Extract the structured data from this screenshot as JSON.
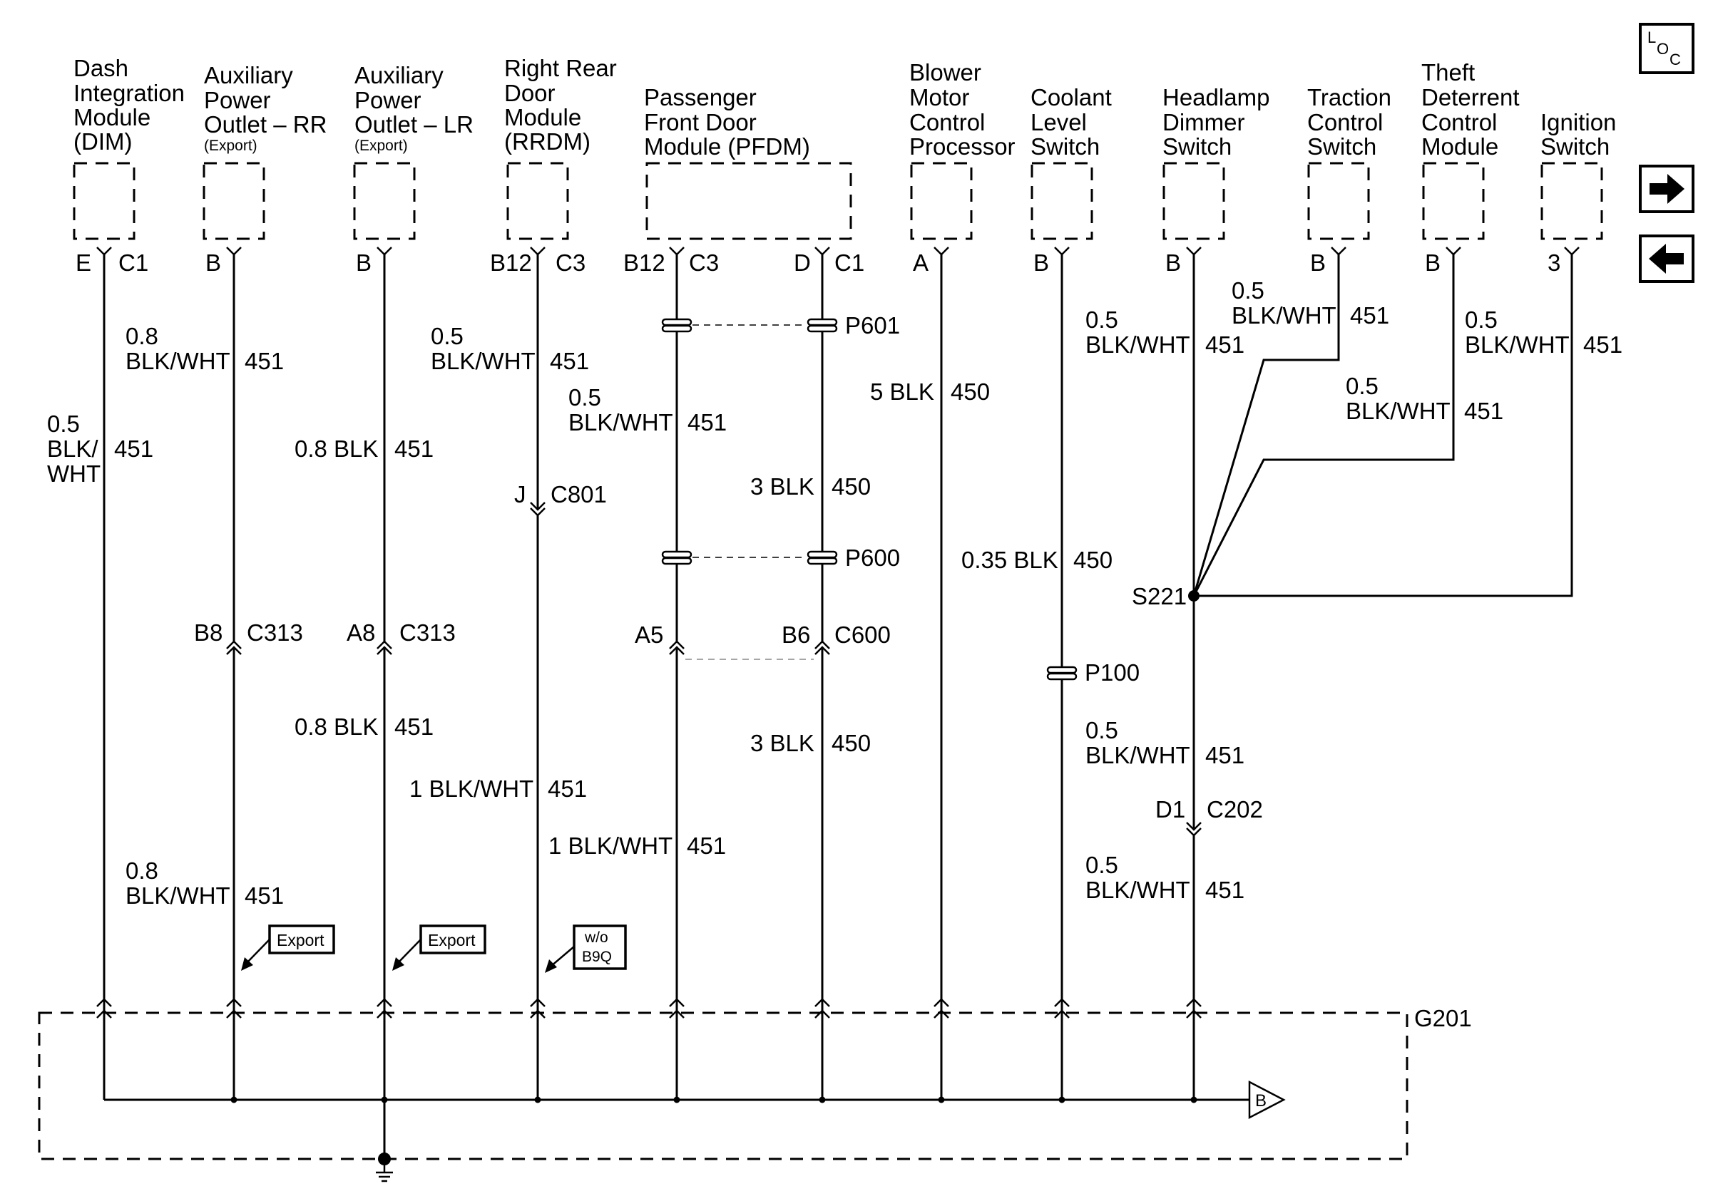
{
  "modules": [
    {
      "id": "dim",
      "lines": [
        "Dash",
        "Integration",
        "Module",
        "(DIM)"
      ]
    },
    {
      "id": "apo-rr",
      "lines": [
        "Auxiliary",
        "Power",
        "Outlet – RR"
      ],
      "note": "(Export)"
    },
    {
      "id": "apo-lr",
      "lines": [
        "Auxiliary",
        "Power",
        "Outlet – LR"
      ],
      "note": "(Export)"
    },
    {
      "id": "rrdm",
      "lines": [
        "Right Rear",
        "Door",
        "Module",
        "(RRDM)"
      ]
    },
    {
      "id": "pfdm",
      "lines": [
        "Passenger",
        "Front Door",
        "Module (PFDM)"
      ]
    },
    {
      "id": "blower",
      "lines": [
        "Blower",
        "Motor",
        "Control",
        "Processor"
      ]
    },
    {
      "id": "coolant",
      "lines": [
        "Coolant",
        "Level",
        "Switch"
      ]
    },
    {
      "id": "headlamp",
      "lines": [
        "Headlamp",
        "Dimmer",
        "Switch"
      ]
    },
    {
      "id": "traction",
      "lines": [
        "Traction",
        "Control",
        "Switch"
      ]
    },
    {
      "id": "theft",
      "lines": [
        "Theft",
        "Deterrent",
        "Control",
        "Module"
      ]
    },
    {
      "id": "ignition",
      "lines": [
        "Ignition",
        "Switch"
      ]
    }
  ],
  "pins": [
    {
      "id": "dim-pin",
      "pin": "E",
      "conn": "C1"
    },
    {
      "id": "apo-rr-pin",
      "pin": "B",
      "conn": ""
    },
    {
      "id": "apo-lr-pin",
      "pin": "B",
      "conn": ""
    },
    {
      "id": "rrdm-pin",
      "pin": "B12",
      "conn": "C3"
    },
    {
      "id": "pfdm-pin1",
      "pin": "B12",
      "conn": "C3"
    },
    {
      "id": "pfdm-pin2",
      "pin": "D",
      "conn": "C1"
    },
    {
      "id": "blower-pin",
      "pin": "A",
      "conn": ""
    },
    {
      "id": "coolant-pin",
      "pin": "B",
      "conn": ""
    },
    {
      "id": "headlamp-pin",
      "pin": "B",
      "conn": ""
    },
    {
      "id": "traction-pin",
      "pin": "B",
      "conn": ""
    },
    {
      "id": "theft-pin",
      "pin": "B",
      "conn": ""
    },
    {
      "id": "ignition-pin",
      "pin": "3",
      "conn": ""
    }
  ],
  "wires": {
    "dim": {
      "gauge": "0.5",
      "color1": "BLK/",
      "color2": "WHT",
      "circuit": "451"
    },
    "apo_rr_top": {
      "gauge": "0.8",
      "color": "BLK/WHT",
      "circuit": "451"
    },
    "apo_rr_bottom": {
      "gauge": "0.8",
      "color": "BLK/WHT",
      "circuit": "451"
    },
    "apo_lr_top": {
      "label": "0.8 BLK",
      "circuit": "451"
    },
    "apo_lr_bottom": {
      "label": "0.8 BLK",
      "circuit": "451"
    },
    "rrdm_top": {
      "gauge": "0.5",
      "color": "BLK/WHT",
      "circuit": "451"
    },
    "rrdm_bottom": {
      "label": "1 BLK/WHT",
      "circuit": "451"
    },
    "pfdm1_top": {
      "gauge": "0.5",
      "color": "BLK/WHT",
      "circuit": "451"
    },
    "pfdm1_bottom": {
      "label": "1 BLK/WHT",
      "circuit": "451"
    },
    "pfdm2_mid": {
      "label": "3 BLK",
      "circuit": "450"
    },
    "pfdm2_bottom": {
      "label": "3 BLK",
      "circuit": "450"
    },
    "blower": {
      "label": "5 BLK",
      "circuit": "450"
    },
    "coolant": {
      "label": "0.35 BLK",
      "circuit": "450"
    },
    "headlamp": {
      "gauge": "0.5",
      "color": "BLK/WHT",
      "circuit": "451"
    },
    "traction": {
      "gauge": "0.5",
      "color": "BLK/WHT",
      "circuit": "451"
    },
    "theft_top": {
      "gauge": "0.5",
      "color": "BLK/WHT",
      "circuit": "451"
    },
    "theft_diag": {
      "gauge": "0.5",
      "color": "BLK/WHT",
      "circuit": "451"
    },
    "s221_mid": {
      "gauge": "0.5",
      "color": "BLK/WHT",
      "circuit": "451"
    },
    "s221_bottom": {
      "gauge": "0.5",
      "color": "BLK/WHT",
      "circuit": "451"
    }
  },
  "connectors": {
    "c801": {
      "pin": "J",
      "conn": "C801"
    },
    "c313_rr": {
      "pin": "B8",
      "conn": "C313"
    },
    "c313_lr": {
      "pin": "A8",
      "conn": "C313"
    },
    "c600_a": {
      "pin": "A5",
      "conn": ""
    },
    "c600_b": {
      "pin": "B6",
      "conn": "C600"
    },
    "p601": "P601",
    "p600": "P600",
    "p100": "P100",
    "s221": "S221",
    "c202": {
      "pin": "D1",
      "conn": "C202"
    }
  },
  "option_boxes": {
    "export_rr": "Export",
    "export_lr": "Export",
    "wo_b9q_1": "w/o",
    "wo_b9q_2": "B9Q"
  },
  "ground": {
    "label": "G201",
    "offpage": "B"
  },
  "loc_button": {
    "l": "L",
    "o": "O",
    "c": "C"
  }
}
